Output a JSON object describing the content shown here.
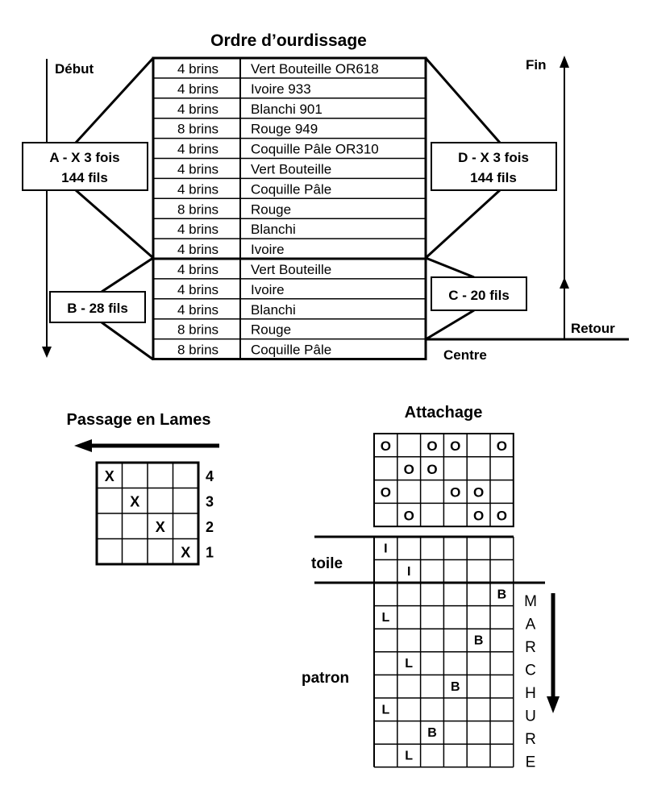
{
  "title": "Ordre d’ourdissage",
  "warp_table": {
    "rows": [
      {
        "count": "4 brins",
        "color": "Vert Bouteille OR618"
      },
      {
        "count": "4 brins",
        "color": "Ivoire 933"
      },
      {
        "count": "4 brins",
        "color": "Blanchi 901"
      },
      {
        "count": "8 brins",
        "color": "Rouge 949"
      },
      {
        "count": "4 brins",
        "color": "Coquille Pâle OR310"
      },
      {
        "count": "4 brins",
        "color": "Vert Bouteille"
      },
      {
        "count": "4 brins",
        "color": "Coquille Pâle"
      },
      {
        "count": "8 brins",
        "color": "Rouge"
      },
      {
        "count": "4 brins",
        "color": "Blanchi"
      },
      {
        "count": "4 brins",
        "color": "Ivoire"
      },
      {
        "count": "4 brins",
        "color": "Vert Bouteille"
      },
      {
        "count": "4 brins",
        "color": "Ivoire"
      },
      {
        "count": "4 brins",
        "color": "Blanchi"
      },
      {
        "count": "8 brins",
        "color": "Rouge"
      },
      {
        "count": "8 brins",
        "color": "Coquille Pâle"
      }
    ],
    "section_a_rows": 10,
    "section_b_rows": 5
  },
  "labels": {
    "debut": "Début",
    "fin": "Fin",
    "retour": "Retour",
    "centre": "Centre"
  },
  "boxes": {
    "a": {
      "line1": "A - X 3 fois",
      "line2": "144 fils"
    },
    "d": {
      "line1": "D - X 3 fois",
      "line2": "144 fils"
    },
    "b": {
      "text": "B  - 28 fils"
    },
    "c": {
      "text": "C  - 20 fils"
    }
  },
  "threading": {
    "title": "Passage en Lames",
    "rows": [
      {
        "shaft": "4",
        "cells": [
          "X",
          "",
          "",
          ""
        ]
      },
      {
        "shaft": "3",
        "cells": [
          "",
          "X",
          "",
          ""
        ]
      },
      {
        "shaft": "2",
        "cells": [
          "",
          "",
          "X",
          ""
        ]
      },
      {
        "shaft": "1",
        "cells": [
          "",
          "",
          "",
          "X"
        ]
      }
    ]
  },
  "tieup": {
    "title": "Attachage",
    "rows": [
      [
        "O",
        "",
        "O",
        "O",
        "",
        "O"
      ],
      [
        "",
        "O",
        "O",
        "",
        "",
        ""
      ],
      [
        "O",
        "",
        "",
        "O",
        "O",
        ""
      ],
      [
        "",
        "O",
        "",
        "",
        "O",
        "O"
      ]
    ]
  },
  "treadling": {
    "toile_label": "toile",
    "patron_label": "patron",
    "marchure": [
      "M",
      "A",
      "R",
      "C",
      "H",
      "U",
      "R",
      "E"
    ],
    "toile_rows": [
      [
        "I",
        "",
        "",
        "",
        "",
        ""
      ],
      [
        "",
        "I",
        "",
        "",
        "",
        ""
      ]
    ],
    "patron_rows": [
      [
        "",
        "",
        "",
        "",
        "",
        "B"
      ],
      [
        "L",
        "",
        "",
        "",
        "",
        ""
      ],
      [
        "",
        "",
        "",
        "",
        "B",
        ""
      ],
      [
        "",
        "L",
        "",
        "",
        "",
        ""
      ],
      [
        "",
        "",
        "",
        "B",
        "",
        ""
      ],
      [
        "L",
        "",
        "",
        "",
        "",
        ""
      ],
      [
        "",
        "",
        "B",
        "",
        "",
        ""
      ],
      [
        "",
        "L",
        "",
        "",
        "",
        ""
      ]
    ]
  }
}
